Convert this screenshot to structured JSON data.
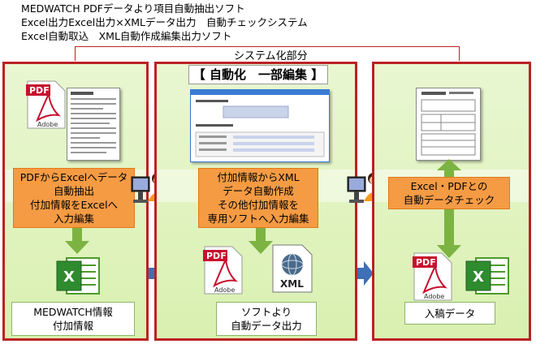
{
  "header": {
    "line1": "MEDWATCH PDFデータより項目自動抽出ソフト",
    "line2": "Excel出力Excel出力×XMLデータ出力　自動チェックシステム",
    "line3": "Excel自動取込　XML自動作成編集出力ソフト"
  },
  "system_label": "システム化部分",
  "panel1": {
    "step_lines": [
      "PDFからExcelへデータ",
      "自動抽出",
      "付加情報をExcelへ",
      "入力編集"
    ],
    "output_lines": [
      "MEDWATCH情報",
      "付加情報"
    ]
  },
  "panel2": {
    "title": "【 自動化　一部編集 】",
    "step_lines": [
      "付加情報からXML",
      "データ自動作成",
      "その他付加情報を",
      "専用ソフトへ入力編集"
    ],
    "output_lines": [
      "ソフトより",
      "自動データ出力"
    ]
  },
  "panel3": {
    "step_lines": [
      "Excel・PDFとの",
      "自動データチェック"
    ],
    "output_lines": [
      "入稿データ"
    ]
  },
  "icons": {
    "pdf_label": "PDF",
    "adobe_label": "Adobe",
    "xml_label": "XML",
    "excel_letter": "X"
  },
  "colors": {
    "panel_border": "#bb2222",
    "panel_fill": "#d9f0b0",
    "step_box": "#f59b44",
    "arrow_green": "#7cb342",
    "arrow_blue": "#3f6fb5"
  }
}
